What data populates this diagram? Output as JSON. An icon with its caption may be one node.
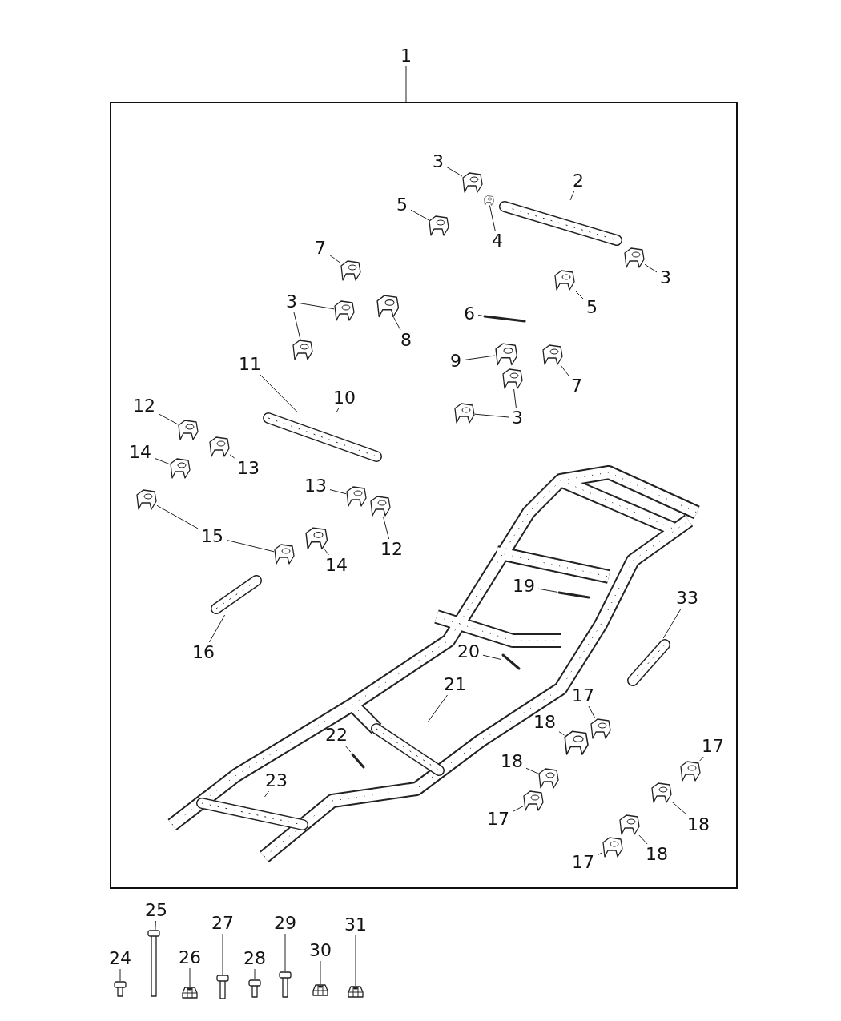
{
  "diagram": {
    "nodes": [
      {
        "text": [],
        "shape": "box"
      },
      {
        "text": [
          "1"
        ]
      },
      {
        "text": [
          "3"
        ],
        "in": 0
      },
      {
        "text": [
          "2"
        ],
        "in": 0
      },
      {
        "text": [
          "5"
        ],
        "in": 0
      },
      {
        "text": [
          "4"
        ],
        "in": 0
      },
      {
        "text": [
          "7"
        ],
        "in": 0
      },
      {
        "text": [
          "3"
        ],
        "in": 0
      },
      {
        "text": [
          "3"
        ],
        "in": 0
      },
      {
        "text": [
          "5"
        ],
        "in": 0
      },
      {
        "text": [
          "6"
        ],
        "in": 0
      },
      {
        "text": [
          "8"
        ],
        "in": 0
      },
      {
        "text": [
          "9"
        ],
        "in": 0
      },
      {
        "text": [
          "11"
        ],
        "in": 0
      },
      {
        "text": [
          "7"
        ],
        "in": 0
      },
      {
        "text": [
          "12"
        ],
        "in": 0
      },
      {
        "text": [
          "10"
        ],
        "in": 0
      },
      {
        "text": [
          "3"
        ],
        "in": 0
      },
      {
        "text": [
          "14"
        ],
        "in": 0
      },
      {
        "text": [
          "13"
        ],
        "in": 0
      },
      {
        "text": [
          "13"
        ],
        "in": 0
      },
      {
        "text": [
          "15"
        ],
        "in": 0
      },
      {
        "text": [
          "12"
        ],
        "in": 0
      },
      {
        "text": [
          "14"
        ],
        "in": 0
      },
      {
        "text": [
          "19"
        ],
        "in": 0
      },
      {
        "text": [
          "33"
        ],
        "in": 0
      },
      {
        "text": [
          "20"
        ],
        "in": 0
      },
      {
        "text": [
          "16"
        ],
        "in": 0
      },
      {
        "text": [
          "17"
        ],
        "in": 0
      },
      {
        "text": [
          "21"
        ],
        "in": 0
      },
      {
        "text": [
          "18"
        ],
        "in": 0
      },
      {
        "text": [
          "22"
        ],
        "in": 0
      },
      {
        "text": [
          "17"
        ],
        "in": 0
      },
      {
        "text": [
          "18"
        ],
        "in": 0
      },
      {
        "text": [
          "23"
        ],
        "in": 0
      },
      {
        "text": [
          "17"
        ],
        "in": 0
      },
      {
        "text": [
          "18"
        ],
        "in": 0
      },
      {
        "text": [
          "17"
        ],
        "in": 0
      },
      {
        "text": [
          "18"
        ],
        "in": 0
      },
      {
        "text": [
          "25"
        ]
      },
      {
        "text": [
          "27"
        ]
      },
      {
        "text": [
          "29"
        ]
      },
      {
        "text": [
          "31"
        ]
      },
      {
        "text": [
          "30"
        ]
      },
      {
        "text": [
          "24"
        ]
      },
      {
        "text": [
          "26"
        ]
      },
      {
        "text": [
          "28"
        ]
      },
      {
        "text": [],
        "shape": "picture",
        "in": 0
      },
      {
        "text": [],
        "shape": "picture",
        "in": 0
      },
      {
        "text": [],
        "shape": "picture",
        "in": 0
      },
      {
        "text": [],
        "shape": "picture",
        "in": 0
      },
      {
        "text": [],
        "shape": "picture",
        "in": 0
      },
      {
        "text": [],
        "shape": "picture",
        "in": 0
      },
      {
        "text": [],
        "shape": "picture",
        "in": 0
      },
      {
        "text": [],
        "shape": "picture",
        "in": 0
      },
      {
        "text": [],
        "shape": "picture",
        "in": 0
      },
      {
        "text": [],
        "shape": "picture",
        "in": 0
      },
      {
        "text": [],
        "shape": "picture",
        "in": 0
      },
      {
        "text": [],
        "shape": "picture",
        "in": 0
      },
      {
        "text": [],
        "shape": "picture",
        "in": 0
      },
      {
        "text": [],
        "shape": "picture",
        "in": 0
      },
      {
        "text": [],
        "shape": "picture",
        "in": 0
      },
      {
        "text": [],
        "shape": "picture",
        "in": 0
      },
      {
        "text": [],
        "shape": "picture",
        "in": 0
      },
      {
        "text": [],
        "shape": "picture",
        "in": 0
      },
      {
        "text": [],
        "shape": "picture",
        "in": 0
      },
      {
        "text": [],
        "shape": "picture",
        "in": 0
      },
      {
        "text": [],
        "shape": "picture",
        "in": 0
      },
      {
        "text": [],
        "shape": "picture",
        "in": 0
      },
      {
        "text": [],
        "shape": "picture",
        "in": 0
      },
      {
        "text": [],
        "shape": "picture",
        "in": 0
      },
      {
        "text": [],
        "shape": "picture",
        "in": 0
      },
      {
        "text": [],
        "shape": "picture",
        "in": 0
      },
      {
        "text": [],
        "shape": "picture",
        "in": 0
      },
      {
        "text": [],
        "shape": "picture",
        "in": 0
      },
      {
        "text": [],
        "shape": "picture",
        "in": 0
      },
      {
        "text": [],
        "shape": "picture",
        "in": 0
      },
      {
        "text": [],
        "shape": "picture",
        "in": 0
      },
      {
        "text": [],
        "shape": "picture",
        "in": 0
      },
      {
        "text": [],
        "shape": "picture",
        "in": 0
      },
      {
        "text": [],
        "shape": "picture",
        "in": 0
      },
      {
        "text": [],
        "shape": "picture",
        "in": 0
      },
      {
        "text": [],
        "shape": "picture",
        "in": 0
      },
      {
        "text": [],
        "shape": "picture",
        "in": 0
      },
      {
        "text": [],
        "shape": "picture",
        "in": 0
      },
      {
        "text": [],
        "shape": "picture",
        "in": 0
      },
      {
        "text": [],
        "shape": "picture"
      },
      {
        "text": [],
        "shape": "picture"
      },
      {
        "text": [],
        "shape": "picture"
      },
      {
        "text": [],
        "shape": "picture"
      },
      {
        "text": [],
        "shape": "picture"
      },
      {
        "text": [],
        "shape": "picture"
      },
      {
        "text": [],
        "shape": "picture"
      },
      {
        "text": [],
        "shape": "picture"
      }
    ],
    "edges": [
      {
        "from": 1,
        "to": 0,
        "arrow": "none"
      },
      {
        "from": 2,
        "to": 47,
        "arrow": "none"
      },
      {
        "from": 3,
        "to": 48,
        "arrow": "none"
      },
      {
        "from": 4,
        "to": 49,
        "arrow": "none"
      },
      {
        "from": 5,
        "to": 50,
        "arrow": "none"
      },
      {
        "from": 6,
        "to": 51,
        "arrow": "none"
      },
      {
        "from": 7,
        "to": 52,
        "arrow": "none"
      },
      {
        "from": 8,
        "to": 53,
        "arrow": "none"
      },
      {
        "from": 8,
        "to": 54,
        "arrow": "none"
      },
      {
        "from": 9,
        "to": 55,
        "arrow": "none"
      },
      {
        "from": 10,
        "to": 56,
        "arrow": "none"
      },
      {
        "from": 11,
        "to": 57,
        "arrow": "none"
      },
      {
        "from": 12,
        "to": 58,
        "arrow": "none"
      },
      {
        "from": 13,
        "to": 59,
        "arrow": "none"
      },
      {
        "from": 14,
        "to": 60,
        "arrow": "none"
      },
      {
        "from": 15,
        "to": 61,
        "arrow": "none"
      },
      {
        "from": 16,
        "to": 59,
        "arrow": "none"
      },
      {
        "from": 17,
        "to": 62,
        "arrow": "none"
      },
      {
        "from": 17,
        "to": 63,
        "arrow": "none"
      },
      {
        "from": 18,
        "to": 64,
        "arrow": "none"
      },
      {
        "from": 19,
        "to": 65,
        "arrow": "none"
      },
      {
        "from": 20,
        "to": 66,
        "arrow": "none"
      },
      {
        "from": 21,
        "to": 67,
        "arrow": "none"
      },
      {
        "from": 21,
        "to": 68,
        "arrow": "none"
      },
      {
        "from": 22,
        "to": 69,
        "arrow": "none"
      },
      {
        "from": 23,
        "to": 70,
        "arrow": "none"
      },
      {
        "from": 24,
        "to": 71,
        "arrow": "none"
      },
      {
        "from": 25,
        "to": 72,
        "arrow": "none"
      },
      {
        "from": 26,
        "to": 73,
        "arrow": "none"
      },
      {
        "from": 27,
        "to": 74,
        "arrow": "none"
      },
      {
        "from": 28,
        "to": 75,
        "arrow": "none"
      },
      {
        "from": 29,
        "to": 76,
        "arrow": "none"
      },
      {
        "from": 30,
        "to": 77,
        "arrow": "none"
      },
      {
        "from": 31,
        "to": 78,
        "arrow": "none"
      },
      {
        "from": 32,
        "to": 79,
        "arrow": "none"
      },
      {
        "from": 33,
        "to": 80,
        "arrow": "none"
      },
      {
        "from": 34,
        "to": 81,
        "arrow": "none"
      },
      {
        "from": 35,
        "to": 82,
        "arrow": "none"
      },
      {
        "from": 36,
        "to": 83,
        "arrow": "none"
      },
      {
        "from": 37,
        "to": 84,
        "arrow": "none"
      },
      {
        "from": 38,
        "to": 85,
        "arrow": "none"
      },
      {
        "from": 39,
        "to": 87,
        "arrow": "none"
      },
      {
        "from": 40,
        "to": 89,
        "arrow": "none"
      },
      {
        "from": 41,
        "to": 91,
        "arrow": "none"
      },
      {
        "from": 42,
        "to": 93,
        "arrow": "none"
      },
      {
        "from": 43,
        "to": 92,
        "arrow": "none"
      },
      {
        "from": 44,
        "to": 86,
        "arrow": "none"
      },
      {
        "from": 45,
        "to": 88,
        "arrow": "none"
      },
      {
        "from": 46,
        "to": 90,
        "arrow": "none"
      }
    ]
  }
}
